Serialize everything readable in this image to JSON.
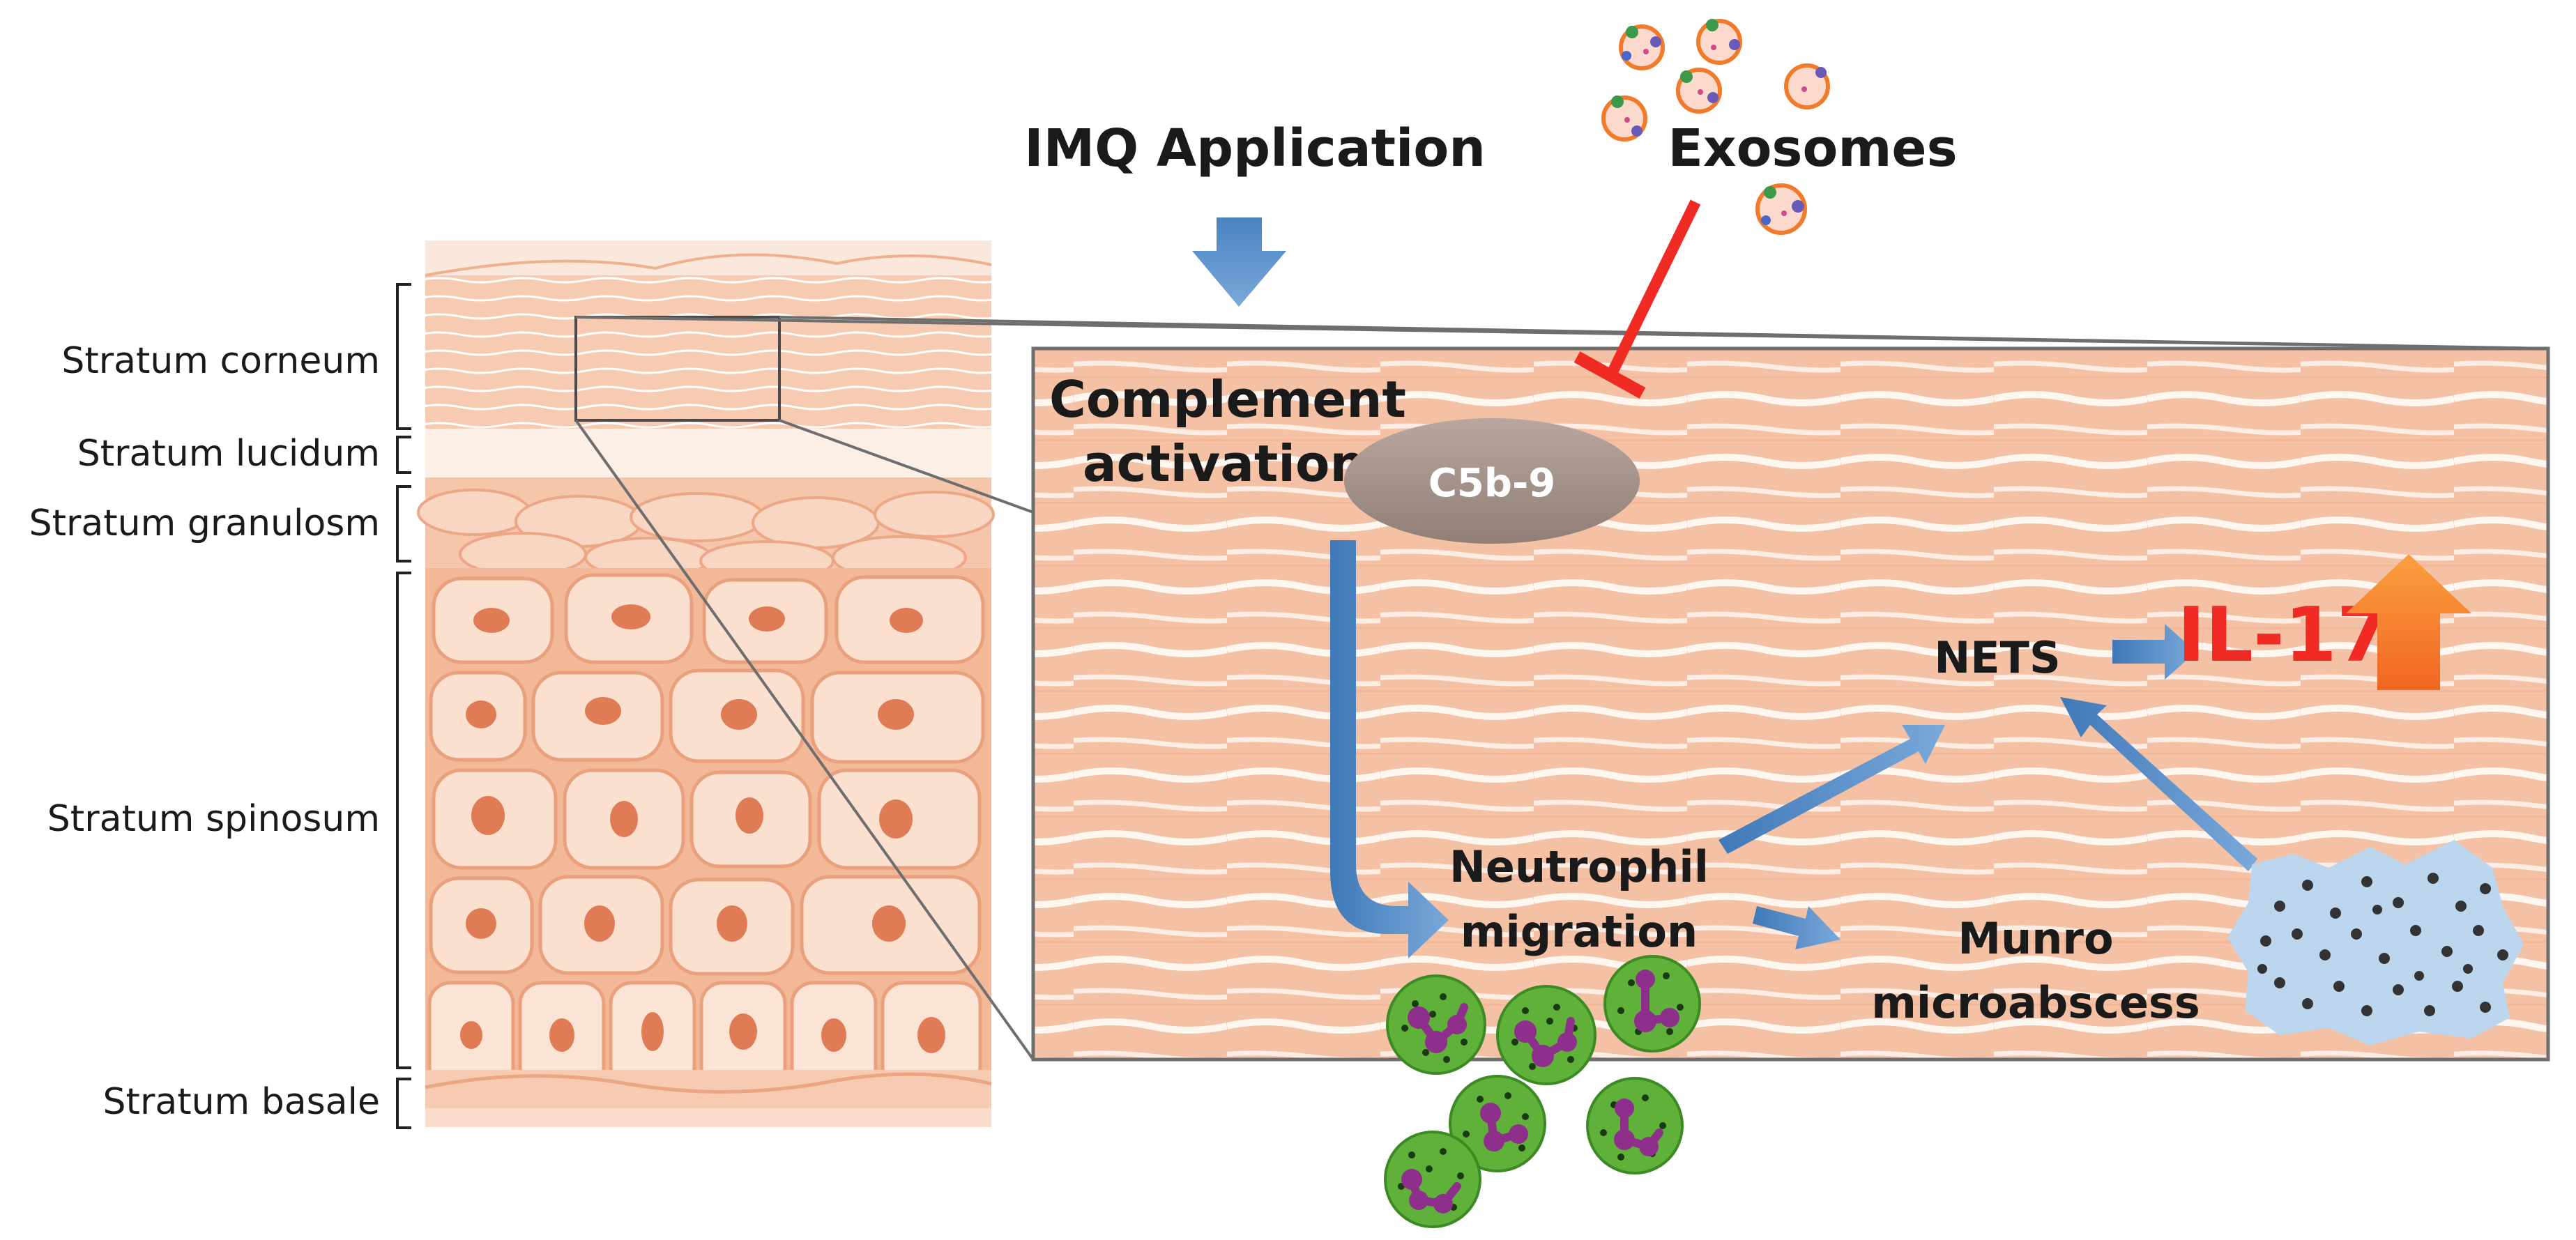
{
  "layers": {
    "corneum": "Stratum corneum",
    "lucidum": "Stratum lucidum",
    "granulosm": "Stratum granulosm",
    "spinosum": "Stratum spinosum",
    "basale": "Stratum basale"
  },
  "top": {
    "imq": "IMQ Application",
    "exosomes": "Exosomes"
  },
  "zoom": {
    "complement_line1": "Complement",
    "complement_line2": "activation",
    "c5b9": "C5b-9",
    "nets": "NETS",
    "il17": "IL-17",
    "neutrophil_line1": "Neutrophil",
    "neutrophil_line2": "migration",
    "munro_line1": "Munro",
    "munro_line2": "microabscess"
  },
  "colors": {
    "skin": "#f3b897",
    "skin_light": "#fbe3d5",
    "arrow_blue": "#5b8fc7",
    "inhibit_red": "#ef2b24",
    "il17_red": "#ef2b24",
    "up_orange": "#f47a20",
    "c5b9_fill": "#a6958d",
    "neutrophil_green": "#5fb13a",
    "nucleus_purple": "#8e2f8c",
    "abscess_blue": "#b8d3ec",
    "zoom_border": "#6e6e6e"
  },
  "icons": {
    "imq_arrow": "down-arrow-icon",
    "inhibition": "inhibition-bar-icon",
    "increase": "up-arrow-icon"
  }
}
